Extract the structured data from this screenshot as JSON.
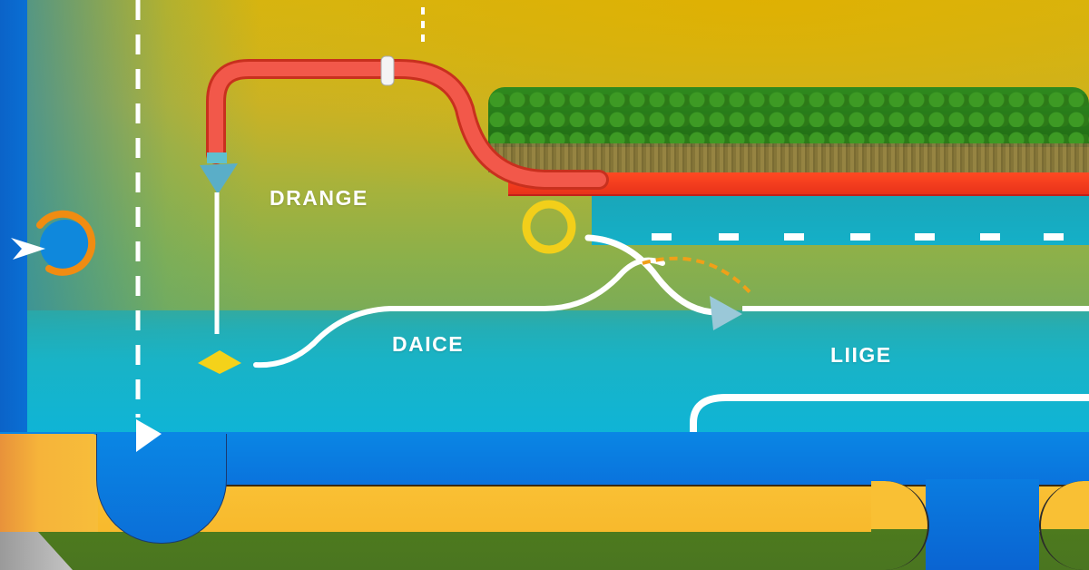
{
  "diagram": {
    "type": "stylized route / track illustration",
    "labels": [
      {
        "id": "drange",
        "text": "DRANGE"
      },
      {
        "id": "daice",
        "text": "DAICE"
      },
      {
        "id": "liige",
        "text": "LIIGE"
      }
    ],
    "colors": {
      "sky_yellow": "#d8b412",
      "field_green": "#8cb04a",
      "water_teal": "#12b0c8",
      "road_blue": "#0a7ce0",
      "stripe_yellow": "#f9c034",
      "grass_dark": "#4d7a1e",
      "tube_red": "#ef4a3a",
      "ring_yellow": "#f2cf1a",
      "ring_orange": "#f08c12",
      "arrow_teal": "#5aaec8",
      "path_white": "#ffffff"
    },
    "elements": [
      "left-blue-bar",
      "dashed-vertical-line",
      "orange-ring-marker-with-white-arrow",
      "red-tube-path-with-down-arrow",
      "white-vertical-path",
      "hedge-with-fence",
      "red-barrier",
      "teal-pool-with-dashed-lane",
      "yellow-ring",
      "crossing-white-paths-with-arrow",
      "orange-dashed-arc",
      "yellow-diamond-marker",
      "white-curved-path",
      "blue-road",
      "yellow-stripe",
      "grass-strip"
    ]
  }
}
